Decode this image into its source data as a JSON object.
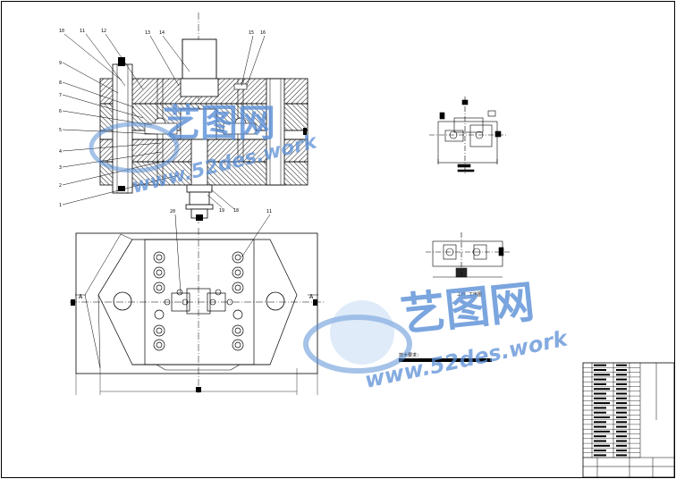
{
  "part_labels": {
    "top_row": [
      "10",
      "11",
      "12",
      "13",
      "14",
      "15",
      "16"
    ],
    "left_col": [
      "9",
      "8",
      "7",
      "6",
      "5",
      "4",
      "3",
      "2",
      "1"
    ],
    "bottom_row": [
      "19",
      "18"
    ],
    "plan_view": [
      "20",
      "11"
    ]
  },
  "section_marks": {
    "left": "A",
    "right": "A"
  },
  "workpiece_caption": "工件 工序图",
  "tech_req_label": "技术要求:",
  "watermark": {
    "cn_text": "艺图网",
    "url_text": "www.52des.work"
  },
  "colors": {
    "line": "#000000",
    "hatch": "#000000",
    "watermark": "#5b8fd6",
    "background": "#ffffff"
  }
}
